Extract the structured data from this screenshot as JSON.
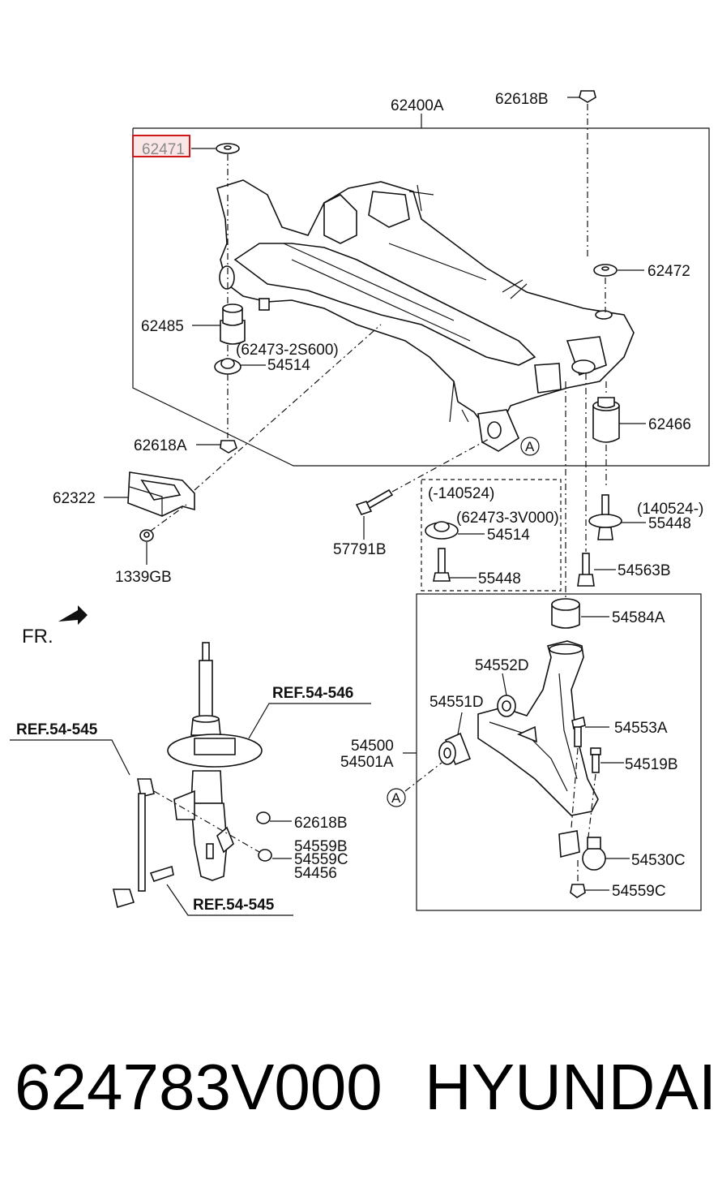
{
  "diagram": {
    "highlighted_part": "62471",
    "labels": {
      "p62400A": "62400A",
      "p62618B_top": "62618B",
      "p62471": "62471",
      "p62472": "62472",
      "p62485": "62485",
      "p62473_2S600": "(62473-2S600)",
      "p54514_left": "54514",
      "p62466": "62466",
      "p62618A": "62618A",
      "circle_a_upper": "A",
      "p62322": "62322",
      "p1339GB": "1339GB",
      "p57791B": "57791B",
      "range_before": "(-140524)",
      "p62473_3V000": "(62473-3V000)",
      "p54514_mid": "54514",
      "p55448_mid": "55448",
      "range_after": "(140524-)",
      "p55448_right": "55448",
      "p54563B": "54563B",
      "fr": "FR.",
      "p54584A": "54584A",
      "p54552D": "54552D",
      "p54551D": "54551D",
      "p54553A": "54553A",
      "p54500": "54500",
      "p54501A": "54501A",
      "p54519B": "54519B",
      "circle_a_lower": "A",
      "p54530C": "54530C",
      "p54559C_bottom": "54559C",
      "ref_54546": "REF.54-546",
      "ref_54545_left": "REF.54-545",
      "ref_54545_bottom": "REF.54-545",
      "p62618B_strut": "62618B",
      "p54559B": "54559B",
      "p54559C_strut": "54559C",
      "p54456": "54456"
    }
  },
  "footer": {
    "part_number": "624783V000",
    "brand": "HYUNDAI"
  }
}
